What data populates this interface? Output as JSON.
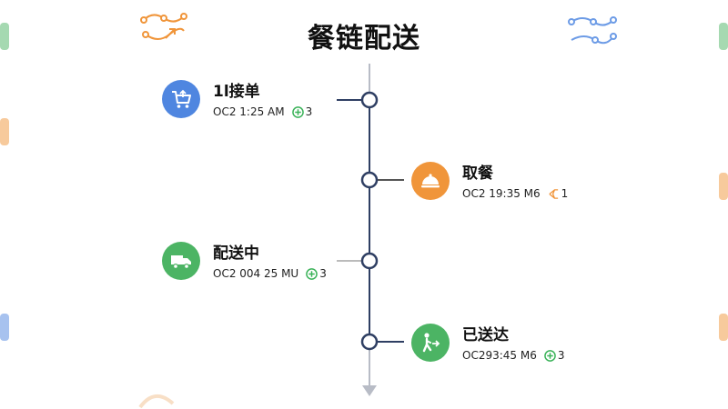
{
  "header": {
    "title": "餐链配送"
  },
  "steps": [
    {
      "label": "1l接单",
      "time": "OC2 1:25 AM",
      "count": "3",
      "icon": "cart-icon",
      "badge_icon": "plus-circle-icon",
      "color": "#4f86e0",
      "badge_color": "#3cb35a"
    },
    {
      "label": "取餐",
      "time": "OC2 19:35 M6",
      "count": "1",
      "icon": "cloche-icon",
      "badge_icon": "bike-icon",
      "color": "#f0953a",
      "badge_color": "#f0953a"
    },
    {
      "label": "配送中",
      "time": "OC2 004 25 MU",
      "count": "3",
      "icon": "truck-icon",
      "badge_icon": "plus-circle-icon",
      "color": "#4cb464",
      "badge_color": "#3cb35a"
    },
    {
      "label": "已送达",
      "time": "OC293:45 M6",
      "count": "3",
      "icon": "delivered-person-icon",
      "badge_icon": "plus-circle-icon",
      "color": "#4cb464",
      "badge_color": "#3cb35a"
    }
  ]
}
